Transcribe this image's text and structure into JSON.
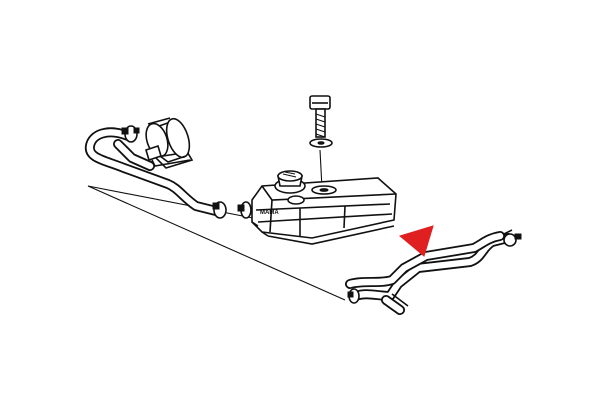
{
  "diagram": {
    "parts": [
      "filter-housing",
      "upper-hose",
      "reservoir-tank",
      "filler-cap",
      "mounting-bolt",
      "washer",
      "lower-pipe-assembly",
      "hose-clamp"
    ],
    "pointer": {
      "shape": "arrow-head",
      "color": "#e02020"
    },
    "tank_stamp": "MAMA"
  }
}
